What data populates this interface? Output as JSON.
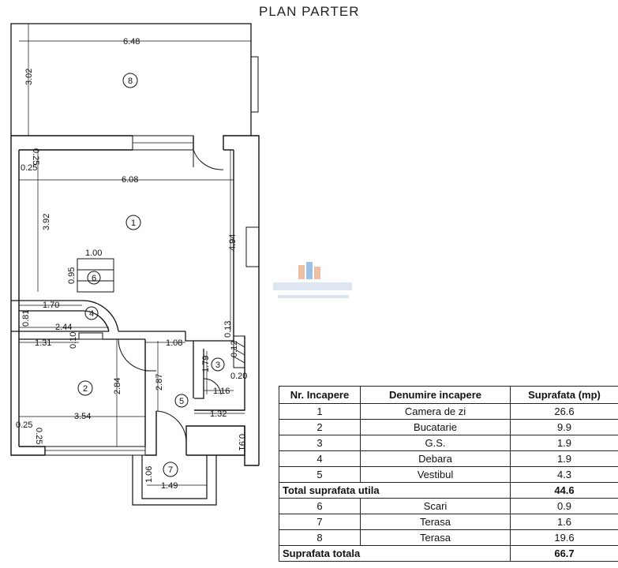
{
  "title": "PLAN PARTER",
  "dimensions": {
    "top_width": "6.48",
    "top_height": "3.02",
    "inner_width": "6.08",
    "wall_a": "0.25",
    "wall_b": "0.25",
    "room1_height": "3.92",
    "right_height": "4.94",
    "stair_width": "1.00",
    "stair_height": "0.95",
    "pantry_width": "1.70",
    "pantry_height": "0.81",
    "pantry_total": "2.44",
    "kitchen_left": "1.31",
    "small_a": "0.10",
    "hall_width": "1.08",
    "bath_wall": "0.13",
    "bath_height": "1.79",
    "bath_a": "0.12",
    "bath_b": "0.20",
    "bath_width": "1.16",
    "kitchen_height": "2.84",
    "hall_height": "2.87",
    "kitchen_width": "3.54",
    "right_bottom": "1.32",
    "right_bottom_h": "0.91",
    "corner_a": "0.25",
    "corner_b": "0.25",
    "terrace_h": "1.06",
    "terrace_w": "1.49"
  },
  "rooms": [
    "1",
    "2",
    "3",
    "4",
    "5",
    "6",
    "7",
    "8"
  ],
  "table": {
    "headers": [
      "Nr. Incapere",
      "Denumire incapere",
      "Suprafata (mp)"
    ],
    "rows": [
      {
        "nr": "1",
        "name": "Camera de zi",
        "area": "26.6"
      },
      {
        "nr": "2",
        "name": "Bucatarie",
        "area": "9.9"
      },
      {
        "nr": "3",
        "name": "G.S.",
        "area": "1.9"
      },
      {
        "nr": "4",
        "name": "Debara",
        "area": "1.9"
      },
      {
        "nr": "5",
        "name": "Vestibul",
        "area": "4.3"
      }
    ],
    "subtotal": {
      "label": "Total suprafata utila",
      "area": "44.6"
    },
    "rows2": [
      {
        "nr": "6",
        "name": "Scari",
        "area": "0.9"
      },
      {
        "nr": "7",
        "name": "Terasa",
        "area": "1.6"
      },
      {
        "nr": "8",
        "name": "Terasa",
        "area": "19.6"
      }
    ],
    "total": {
      "label": "Suprafata totala",
      "area": "66.7"
    }
  },
  "colors": {
    "wall": "#1a1a1a",
    "line": "#111111"
  }
}
